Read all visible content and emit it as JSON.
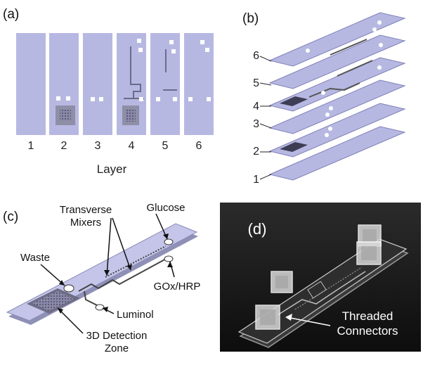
{
  "panels": {
    "a": {
      "tag": "(a)",
      "layer_numbers": [
        "1",
        "2",
        "3",
        "4",
        "5",
        "6"
      ],
      "axis_label": "Layer"
    },
    "b": {
      "tag": "(b)",
      "layer_numbers": [
        "6",
        "5",
        "4",
        "3",
        "2",
        "1"
      ]
    },
    "c": {
      "tag": "(c)",
      "labels": {
        "mixers_line1": "Transverse",
        "mixers_line2": "Mixers",
        "glucose": "Glucose",
        "waste": "Waste",
        "gox": "GOx/HRP",
        "luminol": "Luminol",
        "detect_line1": "3D Detection",
        "detect_line2": "Zone"
      }
    },
    "d": {
      "tag": "(d)",
      "labels": {
        "threaded_line1": "Threaded",
        "threaded_line2": "Connectors"
      }
    }
  },
  "colors": {
    "layer_fill": "#b7b8e2",
    "layer_fill_dark": "#9c9dcf",
    "channel": "#6b6b8a",
    "photo_bg": "#1c1c1c"
  }
}
